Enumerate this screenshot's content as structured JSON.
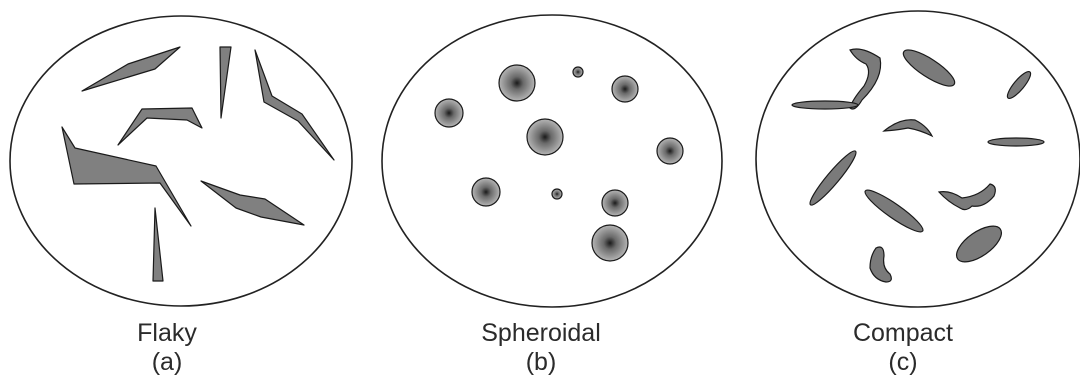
{
  "panels": [
    {
      "id": "a",
      "name": "Flaky",
      "label": "(a)"
    },
    {
      "id": "b",
      "name": "Spheroidal",
      "label": "(b)"
    },
    {
      "id": "c",
      "name": "Compact",
      "label": "(c)"
    }
  ],
  "colors": {
    "particle_fill": "#808080",
    "outline": "#222222",
    "background": "#ffffff"
  }
}
